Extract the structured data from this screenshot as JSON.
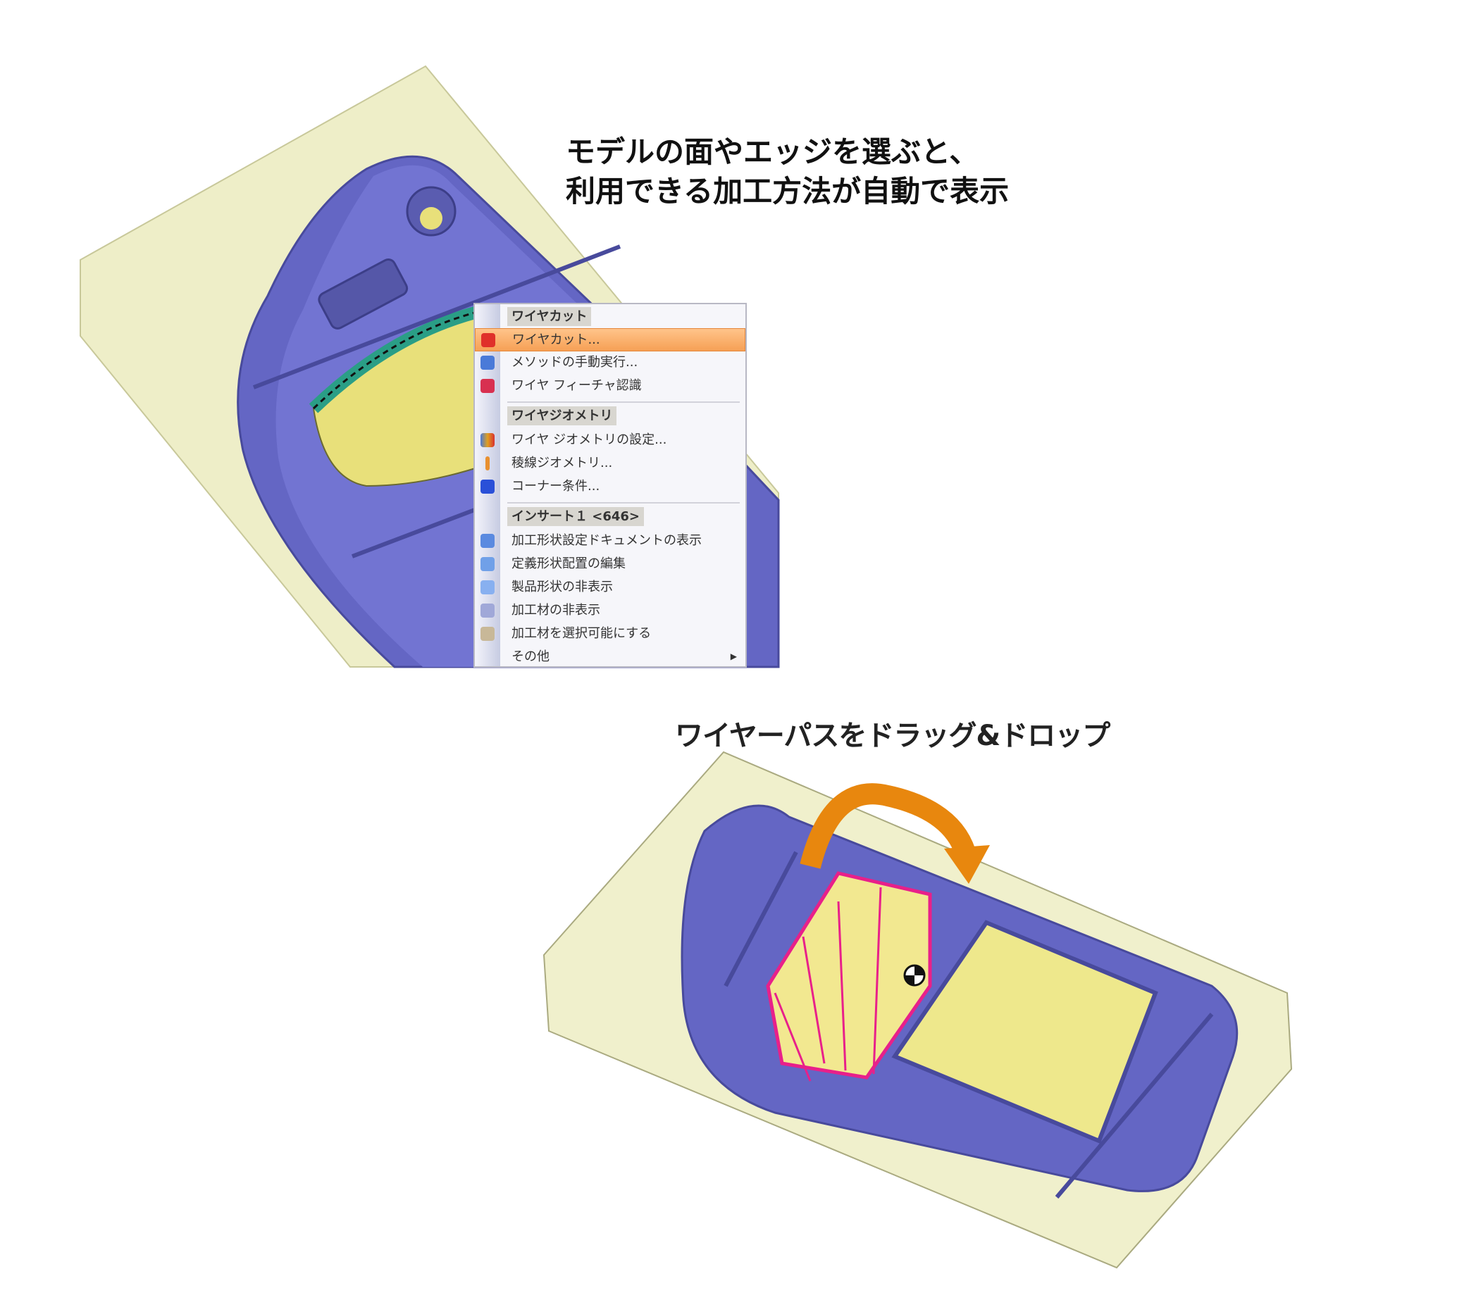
{
  "heading": {
    "line1": "モデルの面やエッジを選ぶと、",
    "line2": "利用できる加工方法が自動で表示"
  },
  "caption": "ワイヤーパスをドラッグ&ドロップ",
  "context_menu": {
    "sections": [
      {
        "header": "ワイヤカット",
        "items": [
          {
            "label": "ワイヤカット...",
            "icon": "wire-cut-icon",
            "highlighted": true
          },
          {
            "label": "メソッドの手動実行...",
            "icon": "method-icon"
          },
          {
            "label": "ワイヤ フィーチャ認識",
            "icon": "feature-recognition-icon"
          }
        ]
      },
      {
        "header": "ワイヤジオメトリ",
        "items": [
          {
            "label": "ワイヤ ジオメトリの設定...",
            "icon": "geometry-icon"
          },
          {
            "label": "稜線ジオメトリ...",
            "icon": "edge-geometry-icon"
          },
          {
            "label": "コーナー条件...",
            "icon": "corner-icon"
          }
        ]
      },
      {
        "header": "インサート１ <646>",
        "items": [
          {
            "label": "加工形状設定ドキュメントの表示",
            "icon": "document-icon"
          },
          {
            "label": "定義形状配置の編集",
            "icon": "edit-icon"
          },
          {
            "label": "製品形状の非表示",
            "icon": "hide-product-icon"
          },
          {
            "label": "加工材の非表示",
            "icon": "hide-stock-icon"
          },
          {
            "label": "加工材を選択可能にする",
            "icon": "select-stock-icon"
          },
          {
            "label": "その他",
            "icon": "",
            "submenu": true
          }
        ]
      }
    ]
  },
  "colors": {
    "stock": "#eeeec8",
    "part": "#6466c4",
    "highlight": "#f6a055",
    "wirepath": "#e8208a",
    "arrow": "#e8870e"
  }
}
